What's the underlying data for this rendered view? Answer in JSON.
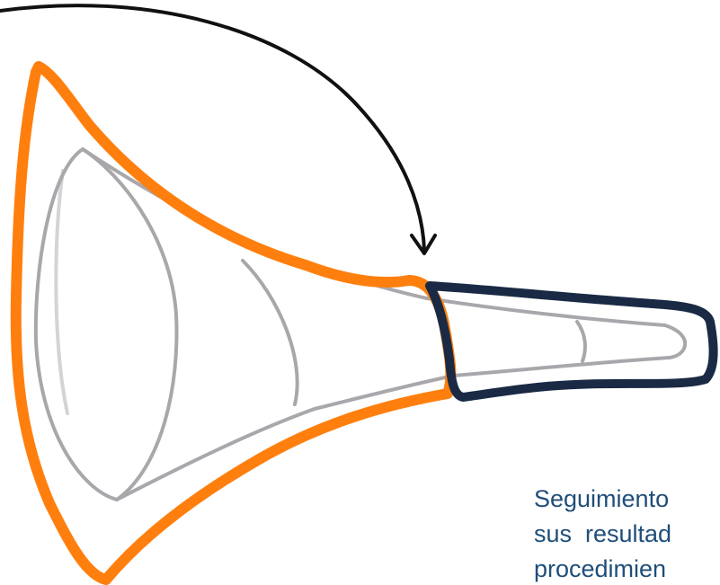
{
  "caption": {
    "lines": [
      "Seguimiento",
      "sus  resultad",
      "procedimien"
    ]
  },
  "colors": {
    "pencil": "#a9a7ab",
    "orange_outline": "#ff7f0e",
    "navy_outline": "#1a2a44",
    "arrow": "#111111",
    "caption_text": "#1f4e79"
  }
}
